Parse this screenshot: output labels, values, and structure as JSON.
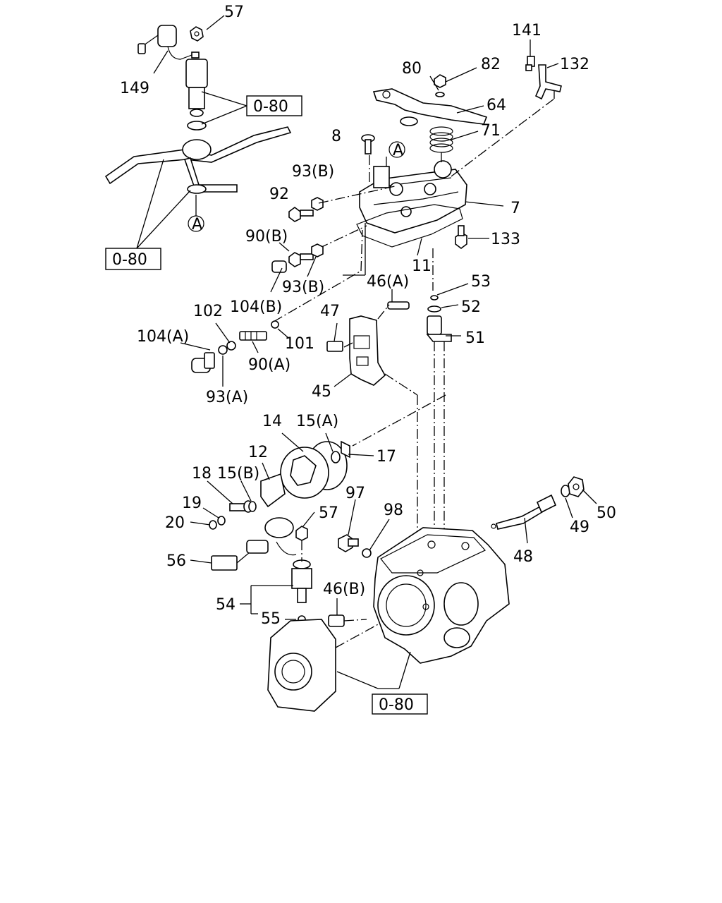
{
  "diagram": {
    "callouts": [
      "57",
      "149",
      "141",
      "132",
      "80",
      "82",
      "64",
      "71",
      "8",
      "93(B)",
      "92",
      "7",
      "133",
      "90(B)",
      "104(B)",
      "93(B)",
      "11",
      "46(A)",
      "53",
      "52",
      "51",
      "47",
      "102",
      "104(A)",
      "101",
      "90(A)",
      "93(A)",
      "45",
      "14",
      "15(A)",
      "17",
      "12",
      "18",
      "15(B)",
      "19",
      "20",
      "97",
      "98",
      "57",
      "50",
      "49",
      "48",
      "56",
      "54",
      "55",
      "46(B)"
    ],
    "circle_ref": "A",
    "ref_box": "0-80"
  }
}
